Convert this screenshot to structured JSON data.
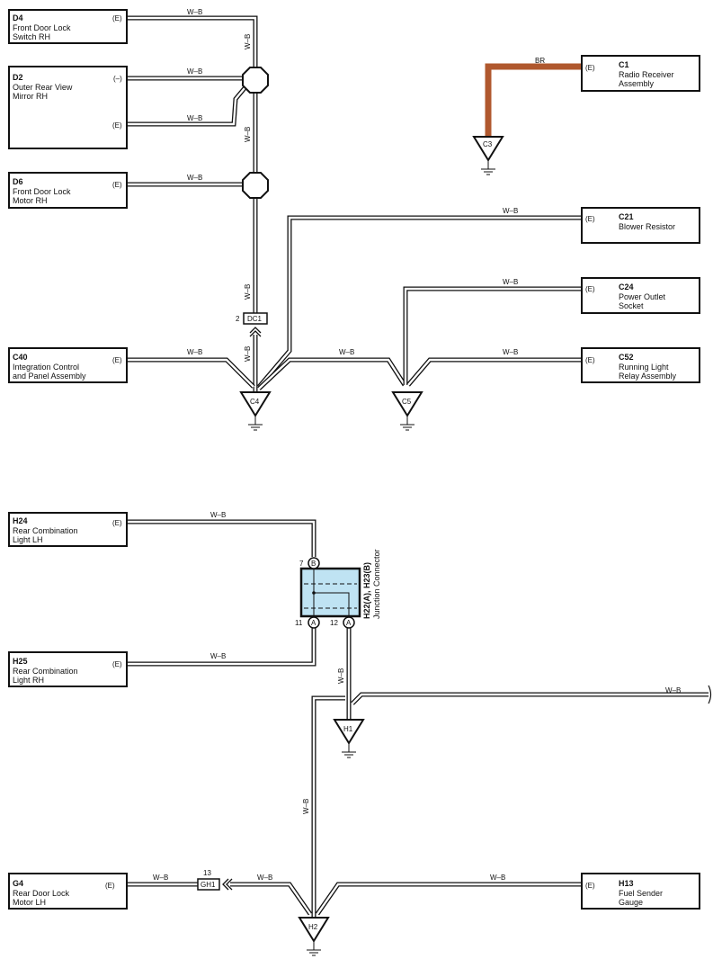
{
  "components": {
    "d4": {
      "code": "D4",
      "name": [
        "Front Door Lock",
        "Switch RH"
      ],
      "terminal": "(E)"
    },
    "d2": {
      "code": "D2",
      "name": [
        "Outer Rear View",
        "Mirror RH"
      ],
      "terminal_1": "(–)",
      "terminal_2": "(E)"
    },
    "d6": {
      "code": "D6",
      "name": [
        "Front Door Lock",
        "Motor RH"
      ],
      "terminal": "(E)"
    },
    "c40": {
      "code": "C40",
      "name": [
        "Integration Control",
        "and Panel Assembly"
      ],
      "terminal": "(E)"
    },
    "c1": {
      "code": "C1",
      "name": [
        "Radio Receiver",
        "Assembly"
      ],
      "terminal": "(E)"
    },
    "c21": {
      "code": "C21",
      "name": [
        "Blower Resistor"
      ],
      "terminal": "(E)"
    },
    "c24": {
      "code": "C24",
      "name": [
        "Power Outlet",
        "Socket"
      ],
      "terminal": "(E)"
    },
    "c52": {
      "code": "C52",
      "name": [
        "Running Light",
        "Relay Assembly"
      ],
      "terminal": "(E)"
    },
    "h24": {
      "code": "H24",
      "name": [
        "Rear Combination",
        "Light LH"
      ],
      "terminal": "(E)"
    },
    "h25": {
      "code": "H25",
      "name": [
        "Rear Combination",
        "Light RH"
      ],
      "terminal": "(E)"
    },
    "g4": {
      "code": "G4",
      "name": [
        "Rear Door Lock",
        "Motor LH"
      ],
      "terminal": "(E)"
    },
    "h13": {
      "code": "H13",
      "name": [
        "Fuel Sender",
        "Gauge"
      ],
      "terminal": "(E)"
    }
  },
  "wires": {
    "wb": "W–B",
    "br": "BR"
  },
  "grounds": {
    "c3": "C3",
    "c4": "C4",
    "c5": "C5",
    "h1": "H1",
    "h2": "H2"
  },
  "connectors": {
    "dc1": {
      "code": "DC1",
      "pin": "2"
    },
    "gh1": {
      "code": "GH1",
      "pin": "13"
    }
  },
  "junction": {
    "label_1": "H22(A), H23(B)",
    "label_2": "Junction Connector",
    "pin_b_number": "7",
    "pin_b_letter": "B",
    "pin_a1_number": "11",
    "pin_a1_letter": "A",
    "pin_a2_number": "12",
    "pin_a2_letter": "A"
  },
  "colors": {
    "wire_wb": "#111111",
    "wire_br": "#b0582e",
    "junction_fill": "#bfe3f3"
  }
}
